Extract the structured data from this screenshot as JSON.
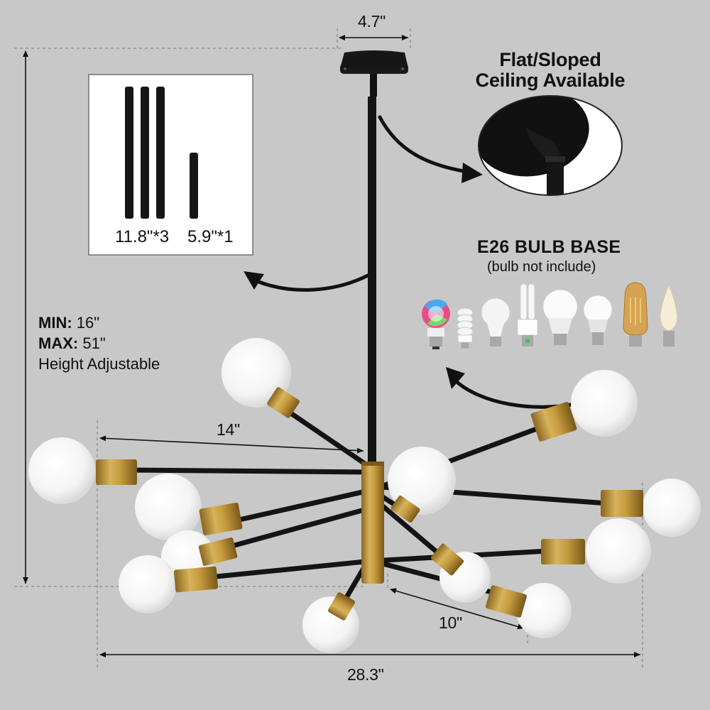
{
  "dimensions": {
    "canopy_width": "4.7\"",
    "arm_length": "14\"",
    "short_arm_length": "10\"",
    "total_width": "28.3\""
  },
  "rods": {
    "long_label": "11.8\"*3",
    "short_label": "5.9\"*1"
  },
  "ceiling": {
    "title_line1": "Flat/Sloped",
    "title_line2": "Ceiling Available"
  },
  "bulb_base": {
    "title": "E26 BULB BASE",
    "subtitle": "(bulb not include)",
    "bulb_icons": [
      "rgb-smart-bulb-icon",
      "spiral-cfl-bulb-icon",
      "incandescent-bulb-icon",
      "pl-cfl-bulb-icon",
      "led-a19-bulb-icon",
      "led-globe-bulb-icon",
      "edison-filament-bulb-icon",
      "candle-flame-bulb-icon"
    ]
  },
  "height": {
    "min_label": "MIN:",
    "min_value": "16\"",
    "max_label": "MAX:",
    "max_value": "51\"",
    "note": "Height Adjustable"
  },
  "colors": {
    "background": "#c8c8c9",
    "fixture_black": "#161616",
    "brass": "#b8923a",
    "bulb_white": "#f7f7f7",
    "dashed_guide": "#8a8a8a"
  }
}
